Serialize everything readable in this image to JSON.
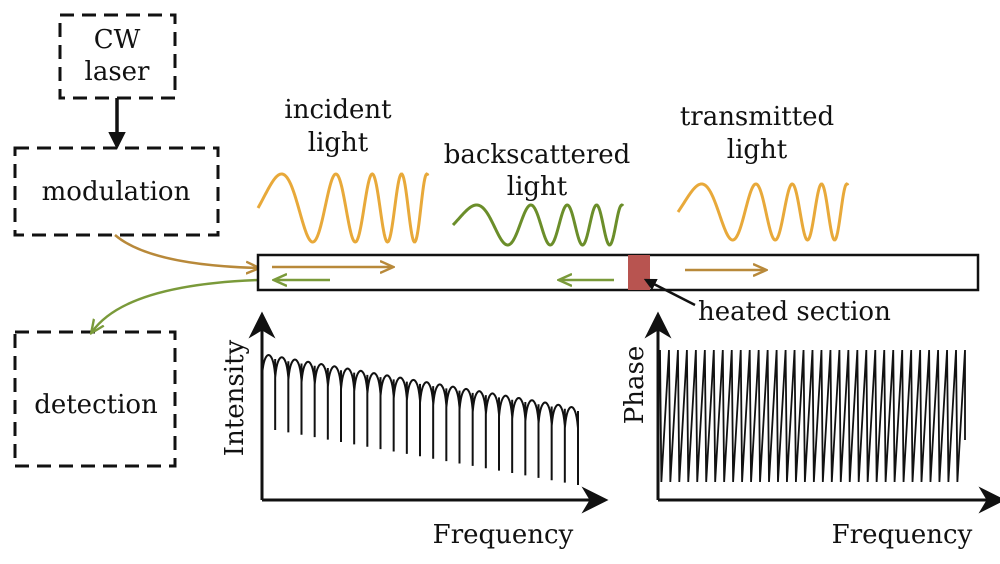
{
  "blocks": {
    "laser_line1": "CW",
    "laser_line2": "laser",
    "modulation": "modulation",
    "detection": "detection"
  },
  "labels": {
    "incident_line1": "incident",
    "incident_line2": "light",
    "backscattered_line1": "backscattered",
    "backscattered_line2": "light",
    "transmitted_line1": "transmitted",
    "transmitted_line2": "light",
    "heated_section": "heated section"
  },
  "plots": {
    "intensity": {
      "ylabel": "Intensity",
      "xlabel": "Frequency"
    },
    "phase": {
      "ylabel": "Phase",
      "xlabel": "Frequency"
    }
  },
  "colors": {
    "incident": "#E8A93A",
    "backscattered": "#6B8E2A",
    "transmitted": "#E8A93A",
    "arrow_forward": "#B8893A",
    "arrow_backward": "#7A9A3A",
    "heated": "#B85450",
    "line": "#111111"
  }
}
